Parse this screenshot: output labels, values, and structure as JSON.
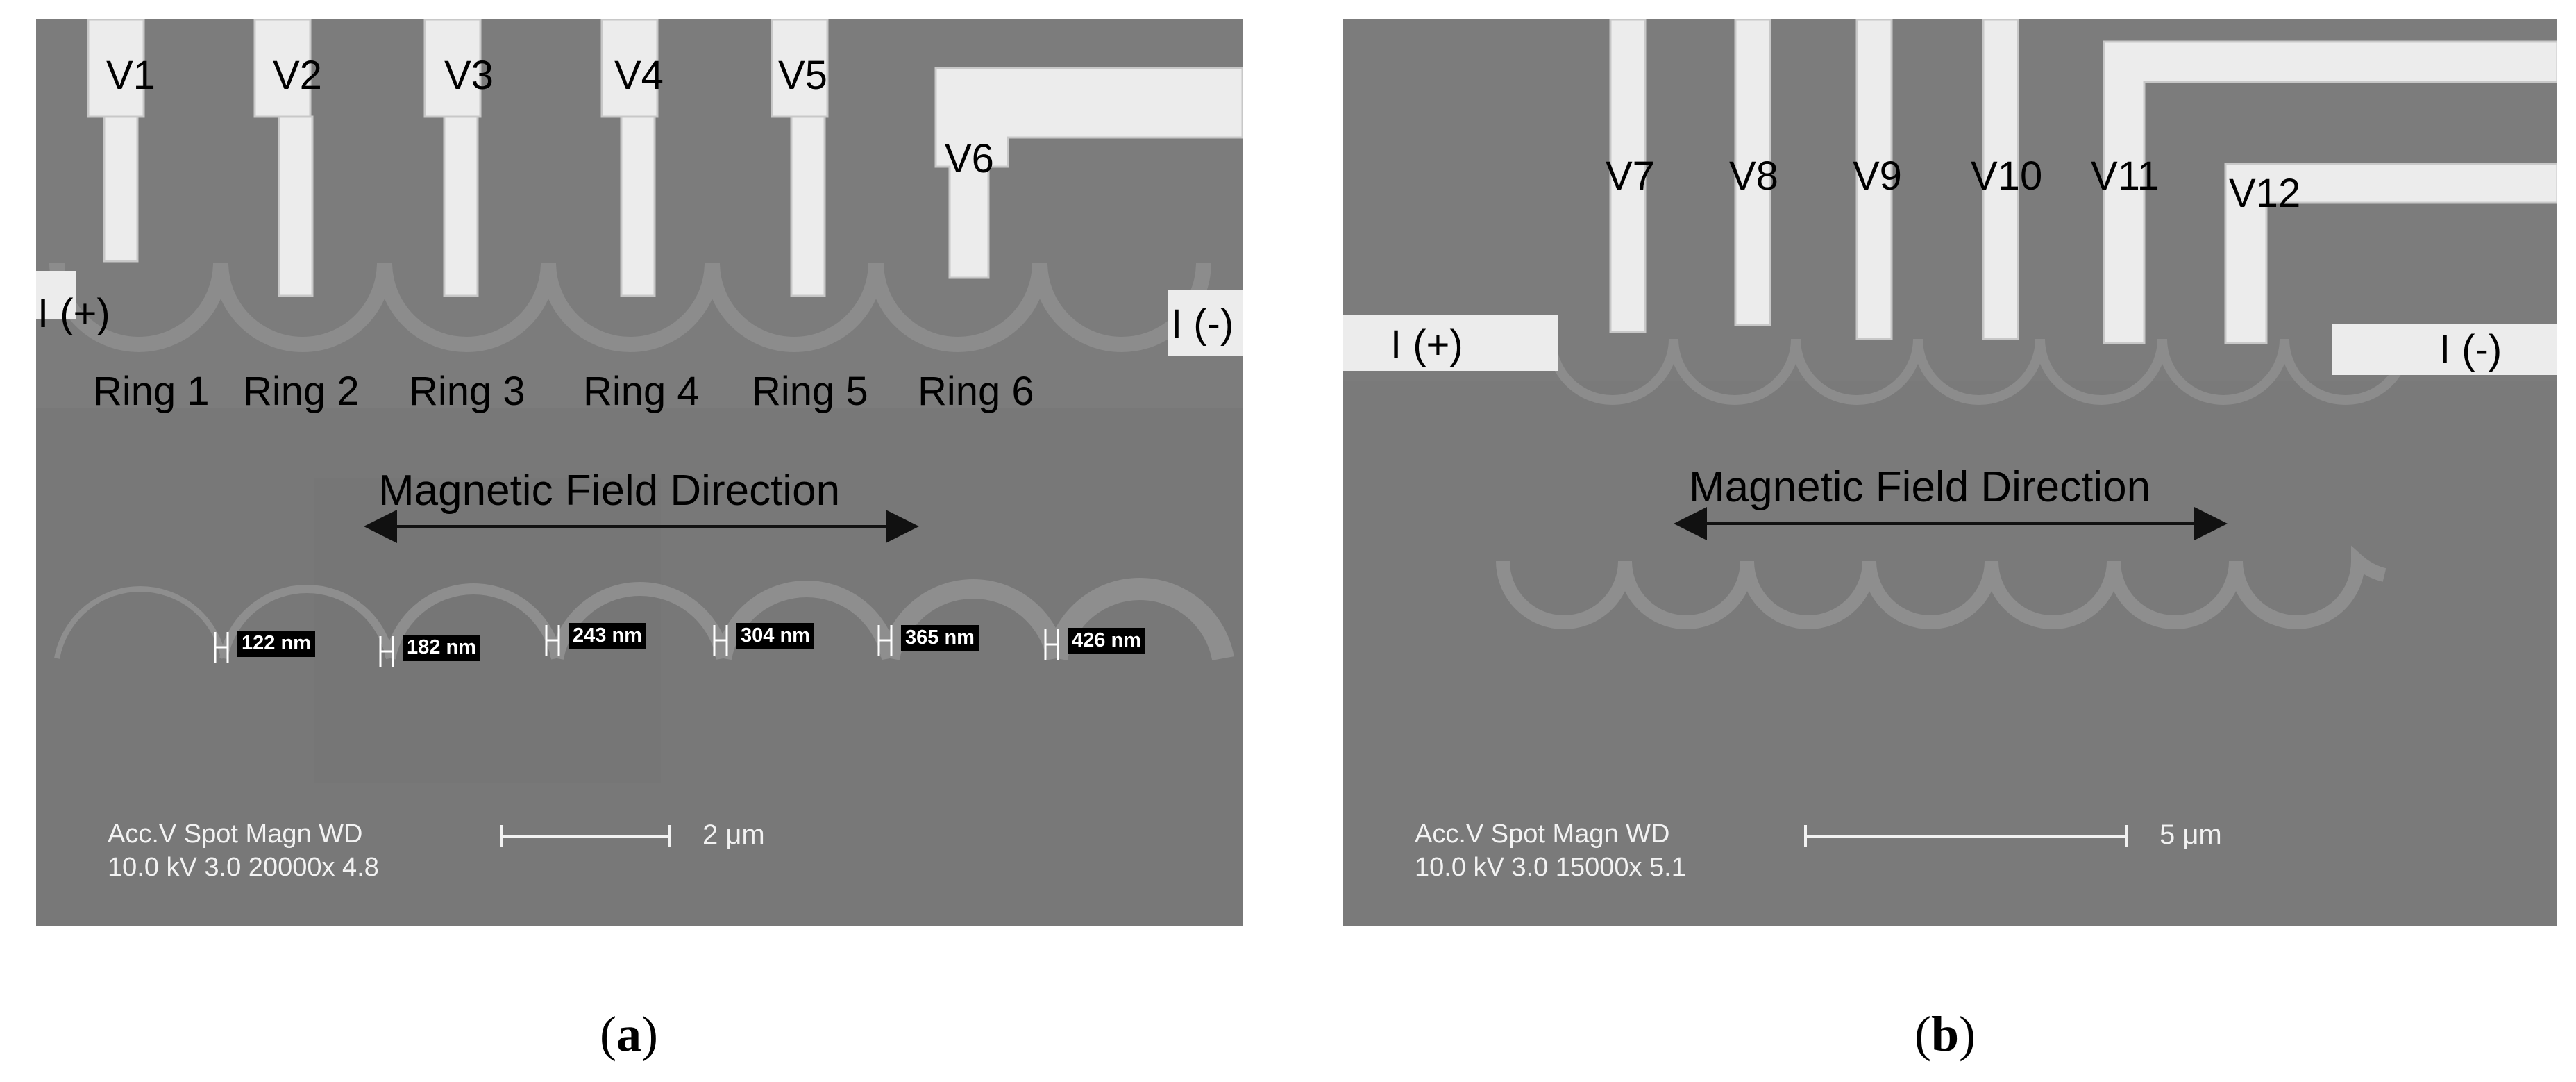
{
  "panel_a": {
    "voltage_probes": [
      "V1",
      "V2",
      "V3",
      "V4",
      "V5",
      "V6"
    ],
    "current_in": "I (+)",
    "current_out": "I (-)",
    "rings": [
      "Ring 1",
      "Ring 2",
      "Ring 3",
      "Ring 4",
      "Ring 5",
      "Ring 6"
    ],
    "field_label": "Magnetic Field Direction",
    "widths": [
      "122 nm",
      "182 nm",
      "243 nm",
      "304 nm",
      "365 nm",
      "426 nm"
    ],
    "meta_line1": "Acc.V   Spot Magn    WD",
    "meta_line2": "10.0 kV 3.0   20000x  4.8",
    "scale_label": "2 μm",
    "caption_letter": "a"
  },
  "panel_b": {
    "voltage_probes": [
      "V7",
      "V8",
      "V9",
      "V10",
      "V11",
      "V12"
    ],
    "current_in": "I (+)",
    "current_out": "I (-)",
    "field_label": "Magnetic Field Direction",
    "meta_line1": "Acc.V   Spot Magn    WD",
    "meta_line2": "10.0 kV 3.0   15000x  5.1",
    "scale_label": "5 μm",
    "caption_letter": "b"
  },
  "colors": {
    "background": "#7c7c7c",
    "metal": "#ececec",
    "ring": "#8f8f8f",
    "text": "#000000"
  }
}
